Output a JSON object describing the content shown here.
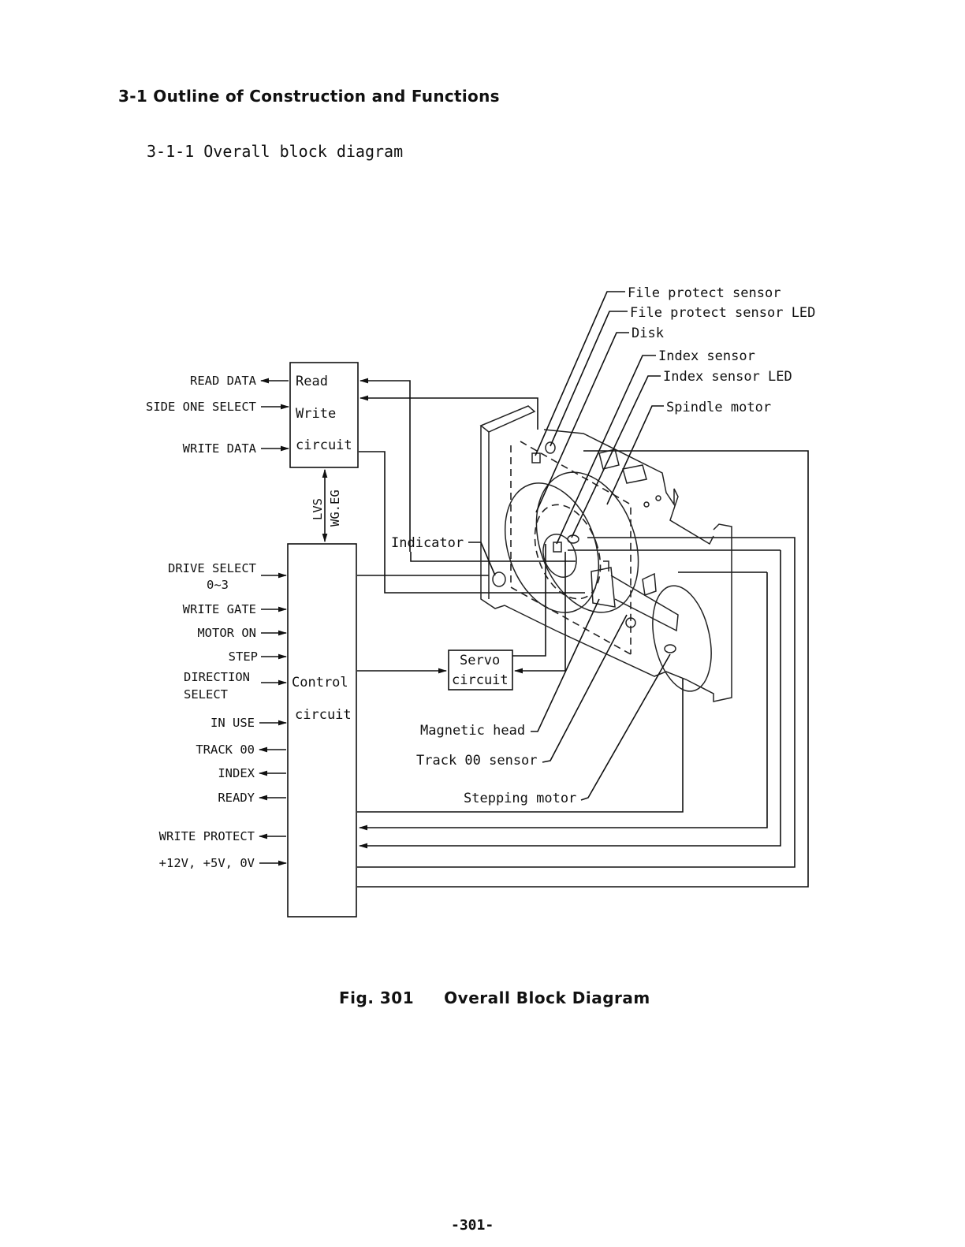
{
  "section_title": "3-1 Outline of Construction and Functions",
  "subsection_title": "3-1-1 Overall block diagram",
  "blocks": {
    "read_write": [
      "Read",
      "Write",
      "circuit"
    ],
    "control": [
      "Control",
      "circuit"
    ],
    "servo": [
      "Servo",
      "circuit"
    ]
  },
  "bus_labels": [
    "LVS",
    "WG.EG"
  ],
  "left_signals": [
    {
      "label": "READ DATA",
      "direction": "out"
    },
    {
      "label": "SIDE ONE SELECT",
      "direction": "in"
    },
    {
      "label": "WRITE DATA",
      "direction": "in"
    },
    {
      "label": "DRIVE SELECT",
      "sublabel": "0~3",
      "direction": "in"
    },
    {
      "label": "WRITE GATE",
      "direction": "in"
    },
    {
      "label": "MOTOR ON",
      "direction": "in"
    },
    {
      "label": "STEP",
      "direction": "in"
    },
    {
      "label": "DIRECTION",
      "sublabel": "SELECT",
      "direction": "in"
    },
    {
      "label": "IN USE",
      "direction": "in"
    },
    {
      "label": "TRACK 00",
      "direction": "out"
    },
    {
      "label": "INDEX",
      "direction": "out"
    },
    {
      "label": "READY",
      "direction": "out"
    },
    {
      "label": "WRITE PROTECT",
      "direction": "out"
    },
    {
      "label": "+12V, +5V, 0V",
      "direction": "in"
    }
  ],
  "component_labels": {
    "file_protect_sensor": "File protect sensor",
    "file_protect_sensor_led": "File protect sensor LED",
    "disk": "Disk",
    "index_sensor": "Index sensor",
    "index_sensor_led": "Index sensor LED",
    "spindle_motor": "Spindle motor",
    "indicator": "Indicator",
    "magnetic_head": "Magnetic head",
    "track00_sensor": "Track 00 sensor",
    "stepping_motor": "Stepping motor"
  },
  "figure_caption": {
    "number": "Fig. 301",
    "title": "Overall Block Diagram"
  },
  "page_number": "-301-"
}
